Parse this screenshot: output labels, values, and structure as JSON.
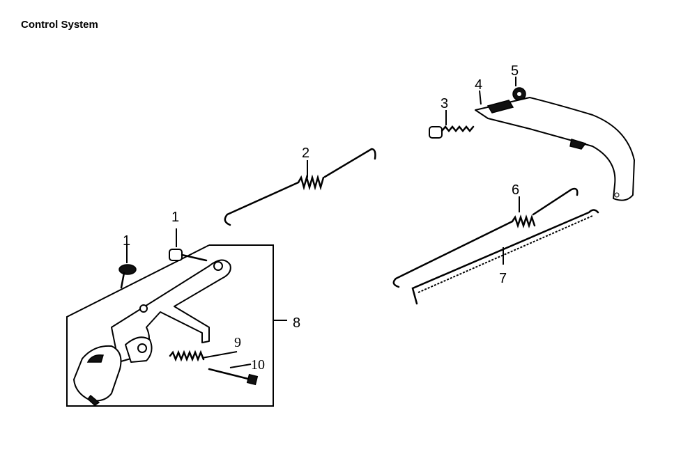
{
  "title": "Control System",
  "callouts": {
    "c1a": "1",
    "c1b": "1",
    "c2": "2",
    "c3": "3",
    "c4": "4",
    "c5": "5",
    "c6": "6",
    "c7": "7",
    "c8": "8",
    "c9": "9",
    "c10": "10"
  },
  "parts": [
    {
      "callout": "1",
      "icon": "bolt-icon"
    },
    {
      "callout": "2",
      "icon": "spring-rod-icon"
    },
    {
      "callout": "3",
      "icon": "screw-icon"
    },
    {
      "callout": "4",
      "icon": "lever-arm-icon"
    },
    {
      "callout": "5",
      "icon": "nut-icon"
    },
    {
      "callout": "6",
      "icon": "spring-rod-icon"
    },
    {
      "callout": "7",
      "icon": "rod-icon"
    },
    {
      "callout": "8",
      "icon": "control-lever-assembly-icon"
    },
    {
      "callout": "9",
      "icon": "spring-icon"
    },
    {
      "callout": "10",
      "icon": "bolt-icon"
    }
  ]
}
